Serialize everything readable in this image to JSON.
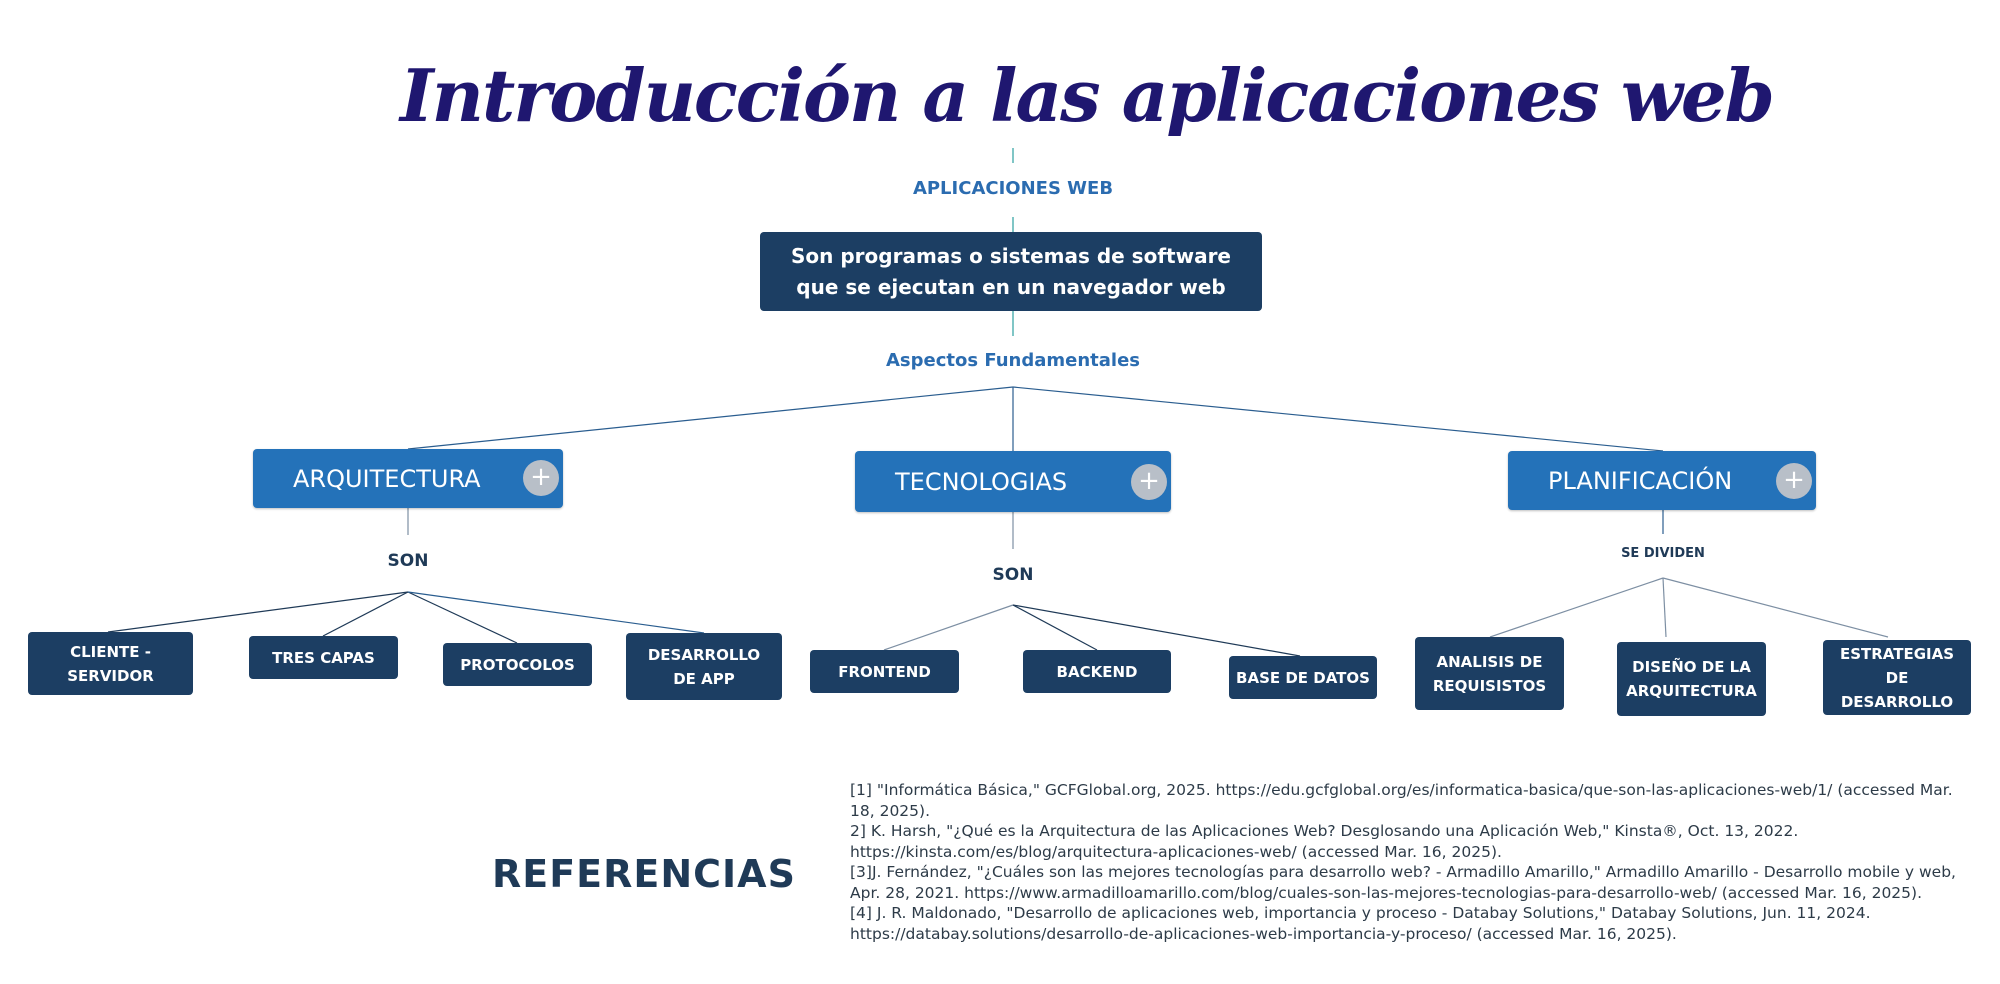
{
  "title": "Introducción a las aplicaciones web",
  "root_label": "APLICACIONES WEB",
  "definition": "Son programas o sistemas de software que se ejecutan en un navegador web",
  "aspects_label": "Aspectos Fundamentales",
  "branches": [
    {
      "label": "ARQUITECTURA",
      "connector": "SON",
      "children": [
        "CLIENTE - SERVIDOR",
        "TRES CAPAS",
        "PROTOCOLOS",
        "DESARROLLO DE APP"
      ]
    },
    {
      "label": "TECNOLOGIAS",
      "connector": "SON",
      "children": [
        "FRONTEND",
        "BACKEND",
        "BASE DE DATOS"
      ]
    },
    {
      "label": "PLANIFICACIÓN",
      "connector": "SE DIVIDEN",
      "children": [
        "ANALISIS DE REQUISISTOS",
        "DISEÑO DE LA ARQUITECTURA",
        "ESTRATEGIAS DE DESARROLLO"
      ]
    }
  ],
  "expand_symbol": "+",
  "references": {
    "heading": "REFERENCIAS",
    "items": [
      "[1] \"Informática Básica,\" GCFGlobal.org, 2025. https://edu.gcfglobal.org/es/informatica-basica/que-son-las-aplicaciones-web/1/ (accessed Mar. 18, 2025).",
      "2] K. Harsh, \"¿Qué es la Arquitectura de las Aplicaciones Web? Desglosando una Aplicación Web,\" Kinsta®, Oct. 13, 2022. https://kinsta.com/es/blog/arquitectura-aplicaciones-web/ (accessed Mar. 16, 2025).",
      "[3]J. Fernández, \"¿Cuáles son las mejores tecnologías para desarrollo web? - Armadillo Amarillo,\" Armadillo Amarillo - Desarrollo mobile y web, Apr. 28, 2021. https://www.armadilloamarillo.com/blog/cuales-son-las-mejores-tecnologias-para-desarrollo-web/ (accessed Mar. 16, 2025).",
      "[4] J. R. Maldonado, \"Desarrollo de aplicaciones web, importancia y proceso - Databay Solutions,\" Databay Solutions, Jun. 11, 2024. https://databay.solutions/desarrollo-de-aplicaciones-web-importancia-y-proceso/ (accessed Mar. 16, 2025)."
    ]
  },
  "colors": {
    "title": "#1f1770",
    "dark_box": "#1c3e63",
    "category_box": "#2472b9",
    "connector_text": "#2b6cb0",
    "line": "#2a5d8f",
    "plus_button": "#b8bfc8"
  }
}
